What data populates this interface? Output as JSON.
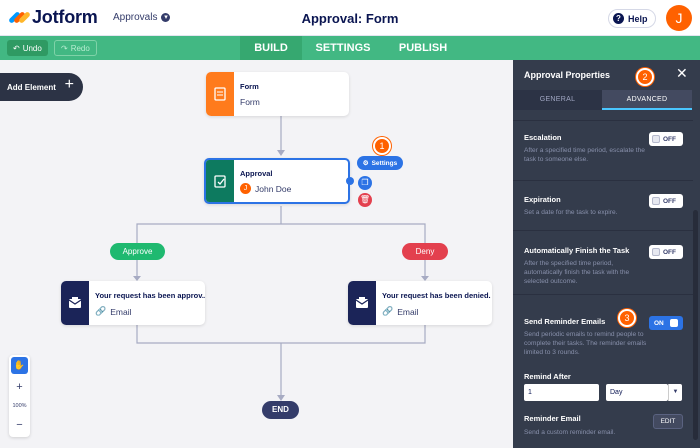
{
  "topbar": {
    "logo_text": "Jotform",
    "section_dropdown": "Approvals",
    "title": "Approval: Form",
    "help_label": "Help",
    "avatar_initial": "J"
  },
  "navbar": {
    "undo_label": "Undo",
    "redo_label": "Redo",
    "tabs": [
      "BUILD",
      "SETTINGS",
      "PUBLISH"
    ],
    "active_tab": "BUILD"
  },
  "canvas": {
    "add_element_label": "Add Element",
    "form_node": {
      "title": "Form",
      "subtitle": "Form"
    },
    "approval_node": {
      "title": "Approval",
      "assignee": "John Doe",
      "assignee_initial": "J"
    },
    "settings_label": "Settings",
    "approve_label": "Approve",
    "deny_label": "Deny",
    "approved_email_node": {
      "title": "Your request has been approv...",
      "subtitle": "Email"
    },
    "denied_email_node": {
      "title": "Your request has been denied.",
      "subtitle": "Email"
    },
    "end_label": "END",
    "zoom": {
      "plus": "+",
      "level": "100%",
      "minus": "−"
    }
  },
  "callouts": [
    "1",
    "2",
    "3"
  ],
  "panel": {
    "title": "Approval Properties",
    "close": "✕",
    "tabs": [
      "GENERAL",
      "ADVANCED"
    ],
    "active_tab": "ADVANCED",
    "settings": [
      {
        "title": "Escalation",
        "desc": "After a specified time period, escalate the task to someone else.",
        "toggle": "OFF"
      },
      {
        "title": "Expiration",
        "desc": "Set a date for the task to expire.",
        "toggle": "OFF"
      },
      {
        "title": "Automatically Finish the Task",
        "desc": "After the specified time period, automatically finish the task with the selected outcome.",
        "toggle": "OFF"
      },
      {
        "title": "Send Reminder Emails",
        "desc": "Send periodic emails to remind people to complete their tasks. The reminder emails limited to 3 rounds.",
        "toggle": "ON"
      }
    ],
    "remind_after": {
      "label": "Remind After",
      "value": "1",
      "unit": "Day"
    },
    "reminder_email": {
      "label": "Reminder Email",
      "desc": "Send a custom reminder email.",
      "button": "EDIT"
    }
  },
  "colors": {
    "brand_green": "#42b883",
    "form_orange": "#ff7b1c",
    "approval_teal": "#0d7a5f",
    "approve_green": "#1fb970",
    "deny_red": "#e3404e",
    "email_navy": "#1b2458",
    "accent_blue": "#2c73e5",
    "callout_orange": "#ff6100"
  }
}
